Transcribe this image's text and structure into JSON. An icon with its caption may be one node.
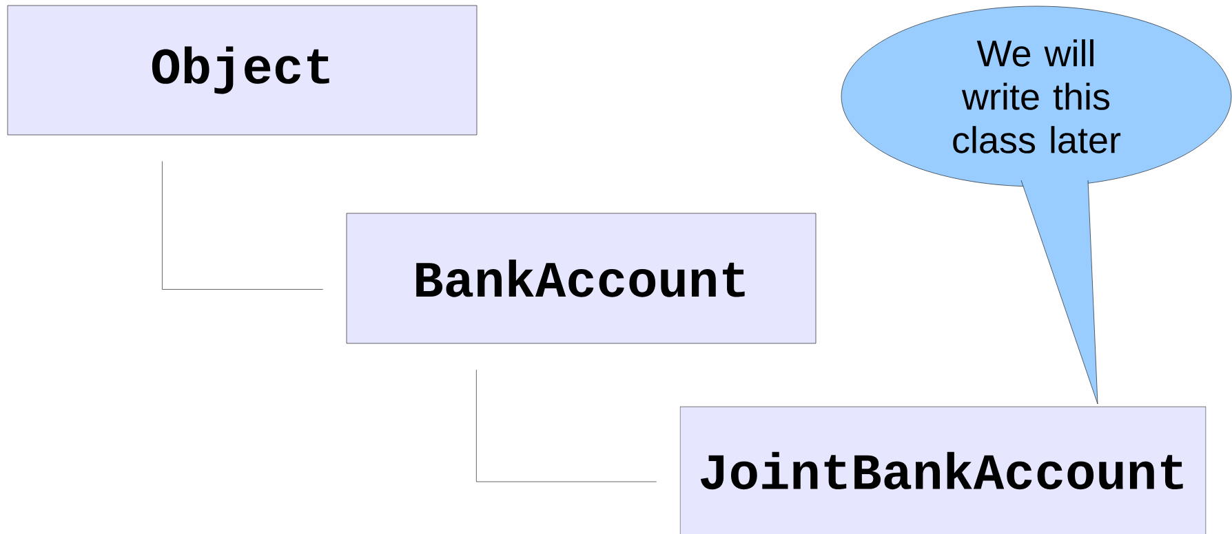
{
  "diagram": {
    "nodes": [
      {
        "text": [
          "Object"
        ]
      },
      {
        "text": [
          "BankAccount"
        ]
      },
      {
        "text": [
          "JointBankAccount"
        ]
      },
      {
        "text": [
          "We will write this class later"
        ]
      }
    ],
    "edges": [
      {
        "from": 0,
        "to": 1,
        "arrow": "none"
      },
      {
        "from": 1,
        "to": 2,
        "arrow": "none"
      }
    ]
  }
}
